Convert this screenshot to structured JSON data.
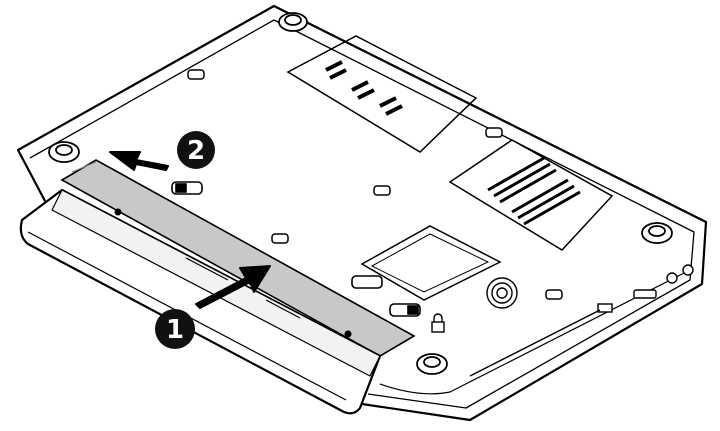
{
  "steps": [
    {
      "number": "1",
      "action": "insert"
    },
    {
      "number": "2",
      "action": "slide"
    }
  ],
  "icons": {
    "step1": "arrow-diagonal-icon",
    "step2": "arrow-left-icon",
    "lock": "padlock-icon"
  },
  "colors": {
    "line": "#000000",
    "background": "#ffffff",
    "battery_bay": "#c8c8c8",
    "badge": "#111111"
  }
}
